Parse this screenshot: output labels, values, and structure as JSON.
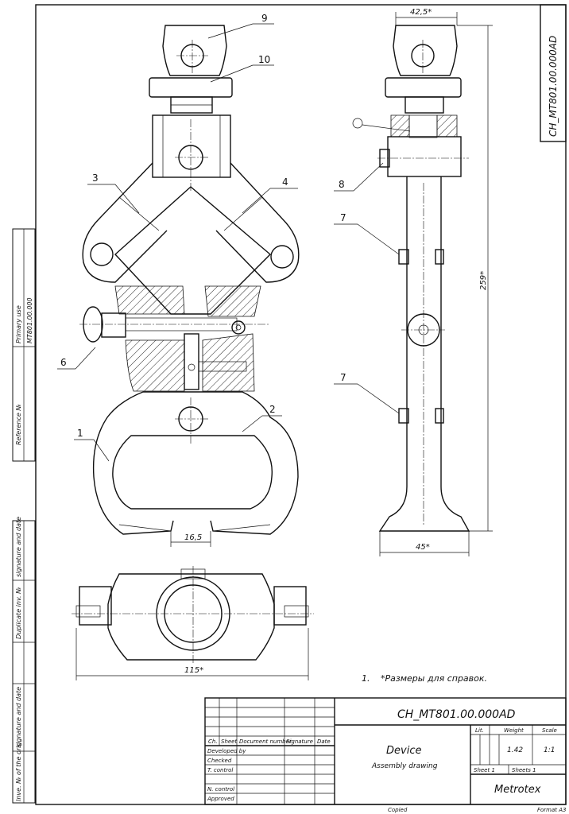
{
  "document": {
    "code": "CH_MT801.00.000AD",
    "code_corner": "CH_MT801.00.000AD",
    "name": "Device",
    "subtitle": "Assembly drawing",
    "organization": "Metrotex",
    "copied_label": "Copied",
    "format_label": "Format A3"
  },
  "title_block": {
    "col_change": "Ch.",
    "col_sheet": "Sheet",
    "col_document": "Document number",
    "col_signature": "Signature",
    "col_date": "Date",
    "developed_by": "Developed by",
    "checked": "Checked",
    "t_control": "T. control",
    "n_control": "N. control",
    "approved": "Approved",
    "lit_label": "Lit.",
    "weight_label": "Weight",
    "scale_label": "Scale",
    "weight_value": "1.42",
    "scale_value": "1:1",
    "sheet_label": "Sheet 1",
    "sheets_label": "Sheets 1"
  },
  "side_strip": {
    "primary_use_label": "Primary use",
    "primary_use_value": "MT801.00.000",
    "reference_label": "Reference №",
    "signature_date_1": "signature and date",
    "duplicate_label": "Duplicate inv. №",
    "signature_date_2": "signature and date",
    "inventory_label": "Inve. № of the orig."
  },
  "notes": {
    "number": "1.",
    "text": "*Размеры для справок."
  },
  "dimensions": {
    "top_width": "42,5*",
    "height": "259*",
    "foot_width": "45*",
    "gap": "16,5",
    "plan_width": "115*"
  },
  "callouts": {
    "c9": "9",
    "c10": "10",
    "c3": "3",
    "c4": "4",
    "c6": "6",
    "c1": "1",
    "c2": "2",
    "c8": "8",
    "c7a": "7",
    "c7b": "7"
  }
}
